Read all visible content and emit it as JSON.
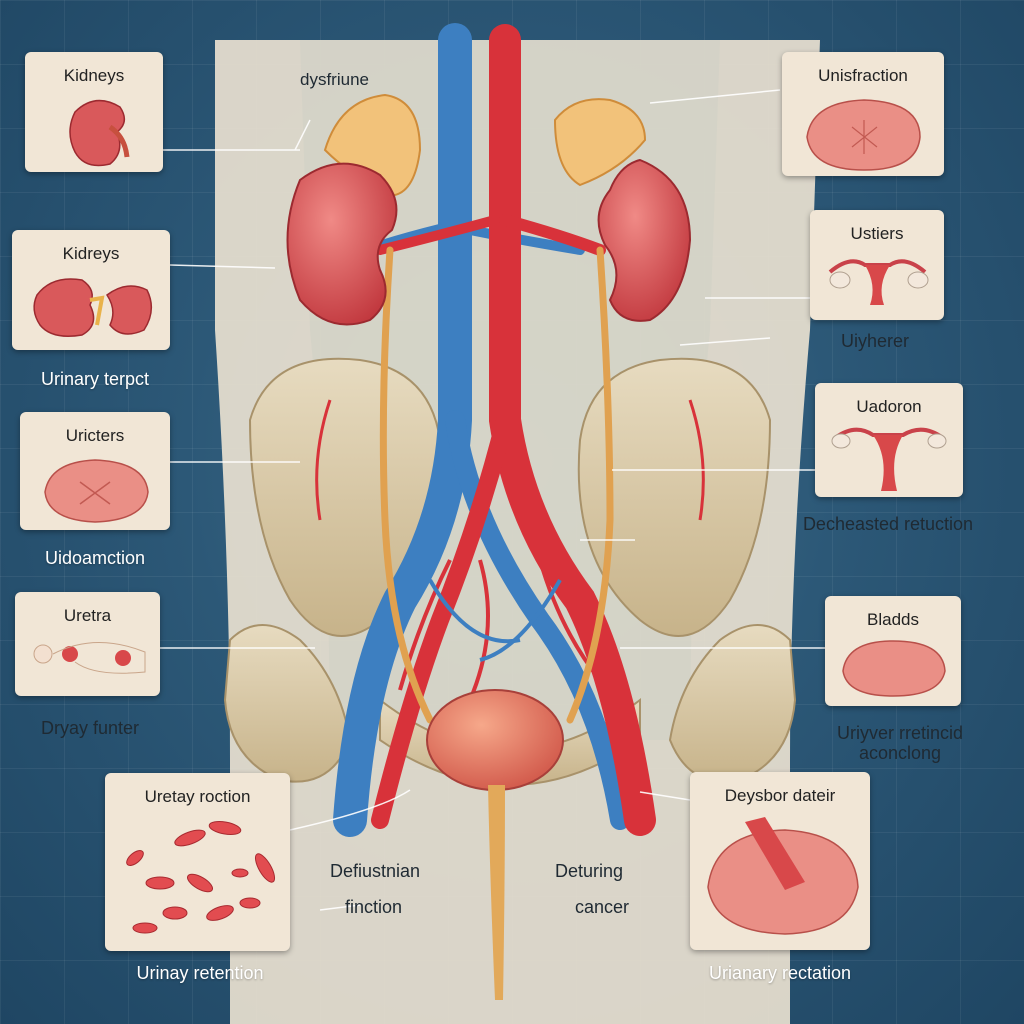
{
  "labels": {
    "top_center": "dysfriune",
    "kidneys_1": "Kidneys",
    "kidreys_2": "Kidreys",
    "uricters": "Uricters",
    "uretta": "Uretra",
    "uretay_roction": "Uretay roction",
    "unisfraction": "Unisfraction",
    "ustiers": "Ustiers",
    "uadoron": "Uadoron",
    "bladds": "Bladds",
    "deysbor_dateir": "Deysbor dateir"
  },
  "captions": {
    "urinary_terpct": "Urinary terpct",
    "uidoamction": "Uidoamction",
    "dryay_funter": "Dryay funter",
    "urinay_retention": "Urinay retention",
    "defiustnian": "Defiustnian",
    "finction": "finction",
    "deturing": "Deturing",
    "cancer": "cancer",
    "uiyherer": "Uiyherer",
    "decheasted_retuction": "Decheasted retuction",
    "uriyver_rretincid": "Uriyver rretincid",
    "aconclong": "aconclong",
    "urianary_rectation": "Urianary rectation"
  },
  "colors": {
    "background": "#2c5877",
    "card": "#f1e6d6",
    "kidney": "#d95a5a",
    "artery": "#d8323a",
    "vein": "#3d7fc1",
    "bone": "#d9c9a6",
    "ureter": "#e0a150"
  }
}
